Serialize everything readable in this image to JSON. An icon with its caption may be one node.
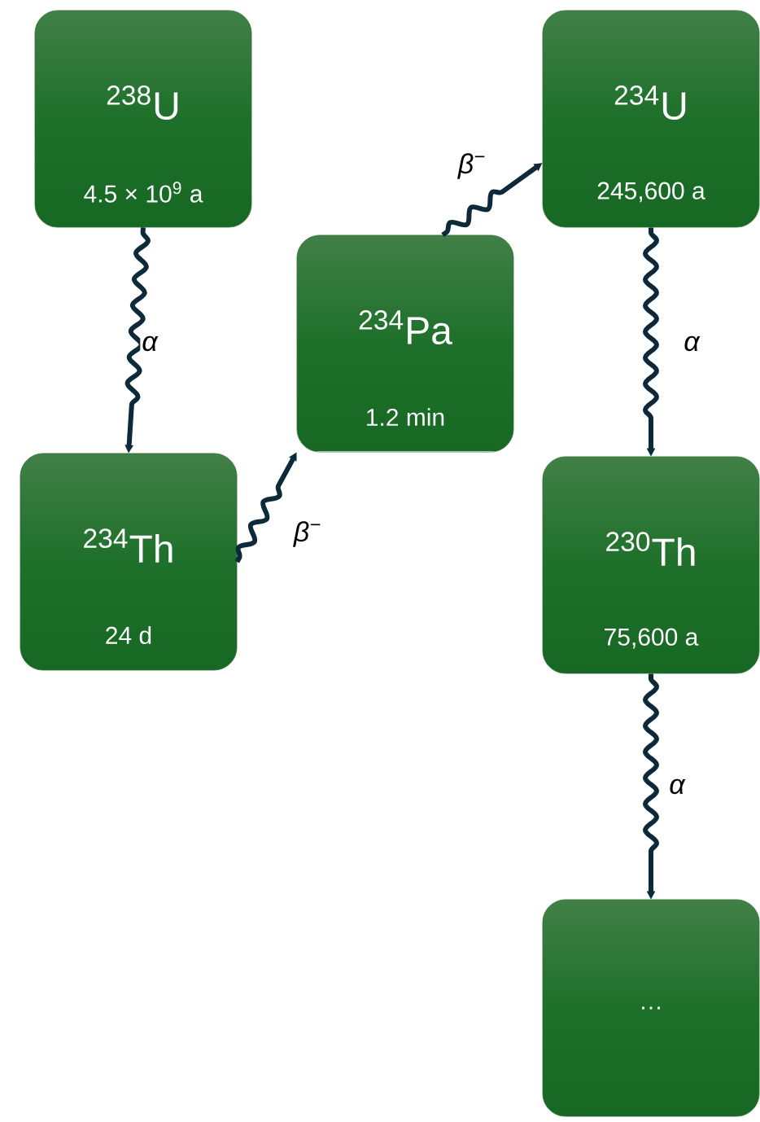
{
  "diagram": {
    "nodes": [
      {
        "text": [
          "$^{238}$U",
          "4.5 × 10$^{9}$ a"
        ]
      },
      {
        "text": [
          "$^{234}$Th",
          "24 d"
        ]
      },
      {
        "text": [
          "$^{234}$Pa",
          "1.2 min"
        ]
      },
      {
        "text": [
          "$^{234}$U",
          "245,600 a"
        ]
      },
      {
        "text": [
          "$^{230}$Th",
          "75,600 a"
        ]
      },
      {
        "text": [
          "…"
        ]
      }
    ],
    "edges": [
      {
        "from": 0,
        "to": 1,
        "arrow": "to",
        "label": "α"
      },
      {
        "from": 1,
        "to": 2,
        "arrow": "to",
        "label": "β$^{−}$"
      },
      {
        "from": 2,
        "to": 3,
        "arrow": "to",
        "label": "β$^{−}$"
      },
      {
        "from": 3,
        "to": 4,
        "arrow": "to",
        "label": "α"
      },
      {
        "from": 4,
        "to": 5,
        "arrow": "to",
        "label": "α"
      }
    ]
  }
}
